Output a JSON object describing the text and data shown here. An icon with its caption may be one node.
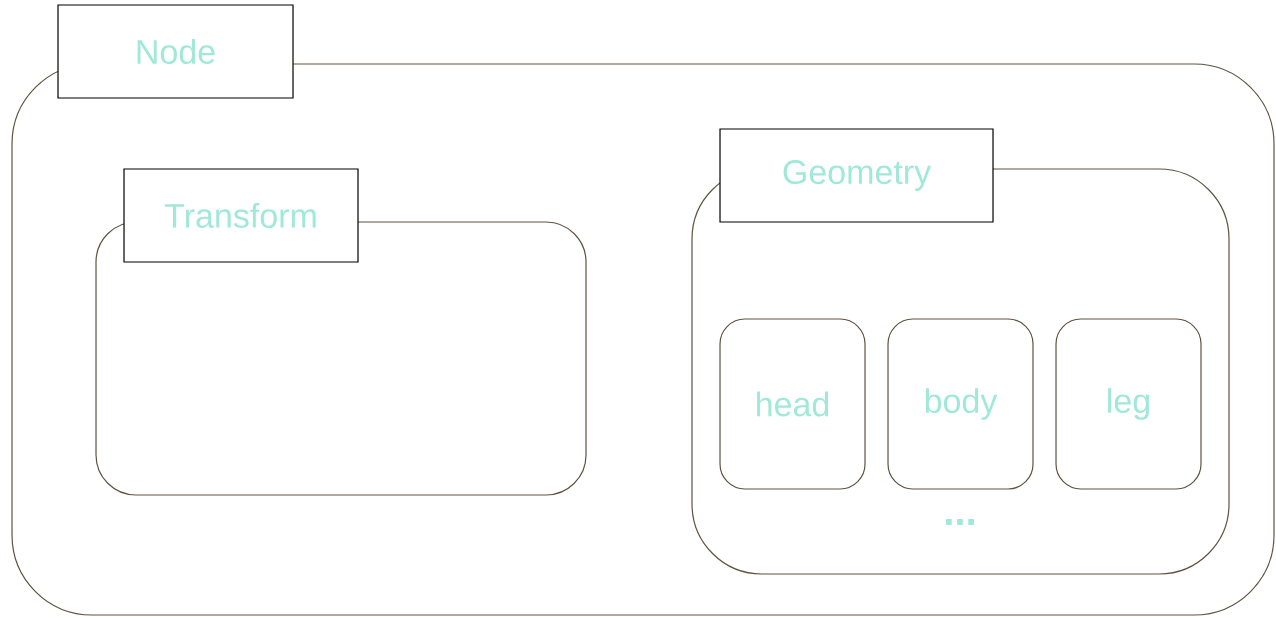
{
  "diagram": {
    "nodes": [
      {
        "text": [
          "Node"
        ]
      },
      {
        "text": [
          "Transform"
        ],
        "in": 0
      },
      {
        "text": [
          "Geometry"
        ],
        "in": 0
      },
      {
        "text": [
          "head"
        ],
        "in": 2
      },
      {
        "text": [
          "body"
        ],
        "in": 2
      },
      {
        "text": [
          "leg"
        ],
        "in": 2
      }
    ],
    "labels": [
      "..."
    ]
  }
}
